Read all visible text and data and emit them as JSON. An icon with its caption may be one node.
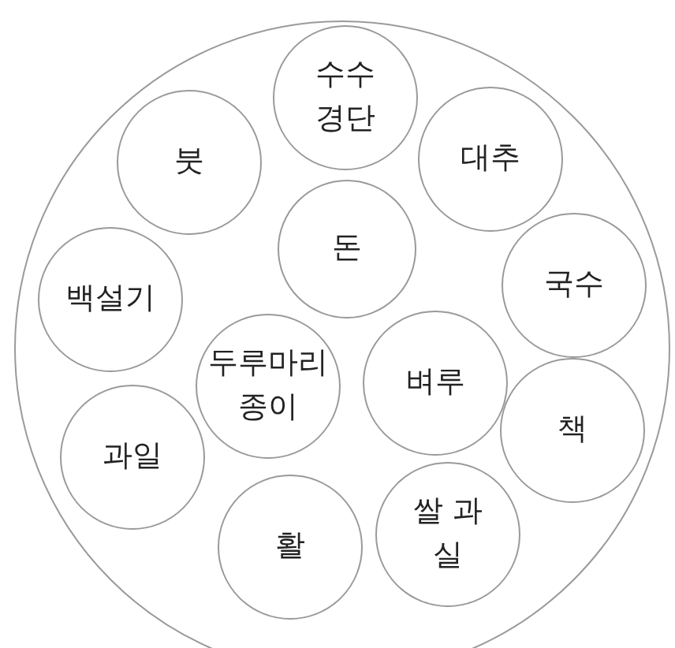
{
  "diagram": {
    "nodes": [
      {
        "text": [],
        "shape": "circle"
      },
      {
        "text": [
          "수수 경단"
        ],
        "in": 0
      },
      {
        "text": [
          "붓"
        ],
        "in": 0
      },
      {
        "text": [
          "대추"
        ],
        "in": 0
      },
      {
        "text": [
          "돈"
        ],
        "in": 0
      },
      {
        "text": [
          "국수"
        ],
        "in": 0
      },
      {
        "text": [
          "백설기"
        ],
        "in": 0
      },
      {
        "text": [
          "두루마리 종이"
        ],
        "in": 0
      },
      {
        "text": [
          "벼루"
        ],
        "in": 0
      },
      {
        "text": [
          "책"
        ],
        "in": 0
      },
      {
        "text": [
          "과일"
        ],
        "in": 0
      },
      {
        "text": [
          "활"
        ],
        "in": 0
      },
      {
        "text": [
          "쌀 과 실"
        ],
        "in": 0
      }
    ]
  }
}
